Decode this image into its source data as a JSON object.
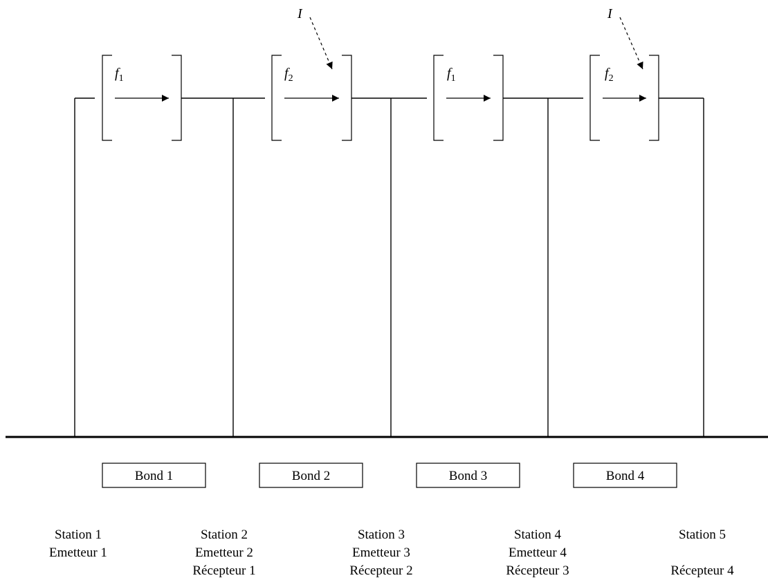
{
  "links": [
    {
      "freq_symbol": "f",
      "freq_index": "1",
      "bond_label": "Bond 1",
      "interference": false
    },
    {
      "freq_symbol": "f",
      "freq_index": "2",
      "bond_label": "Bond 2",
      "interference": true
    },
    {
      "freq_symbol": "f",
      "freq_index": "1",
      "bond_label": "Bond 3",
      "interference": false
    },
    {
      "freq_symbol": "f",
      "freq_index": "2",
      "bond_label": "Bond 4",
      "interference": true
    }
  ],
  "interference_label": "I",
  "stations": [
    {
      "name": "Station 1",
      "emitter": "Emetteur 1",
      "receiver": ""
    },
    {
      "name": "Station 2",
      "emitter": "Emetteur 2",
      "receiver": "Récepteur 1"
    },
    {
      "name": "Station 3",
      "emitter": "Emetteur 3",
      "receiver": "Récepteur 2"
    },
    {
      "name": "Station 4",
      "emitter": "Emetteur 4",
      "receiver": "Récepteur 3"
    },
    {
      "name": "Station 5",
      "emitter": "",
      "receiver": "Récepteur 4"
    }
  ]
}
